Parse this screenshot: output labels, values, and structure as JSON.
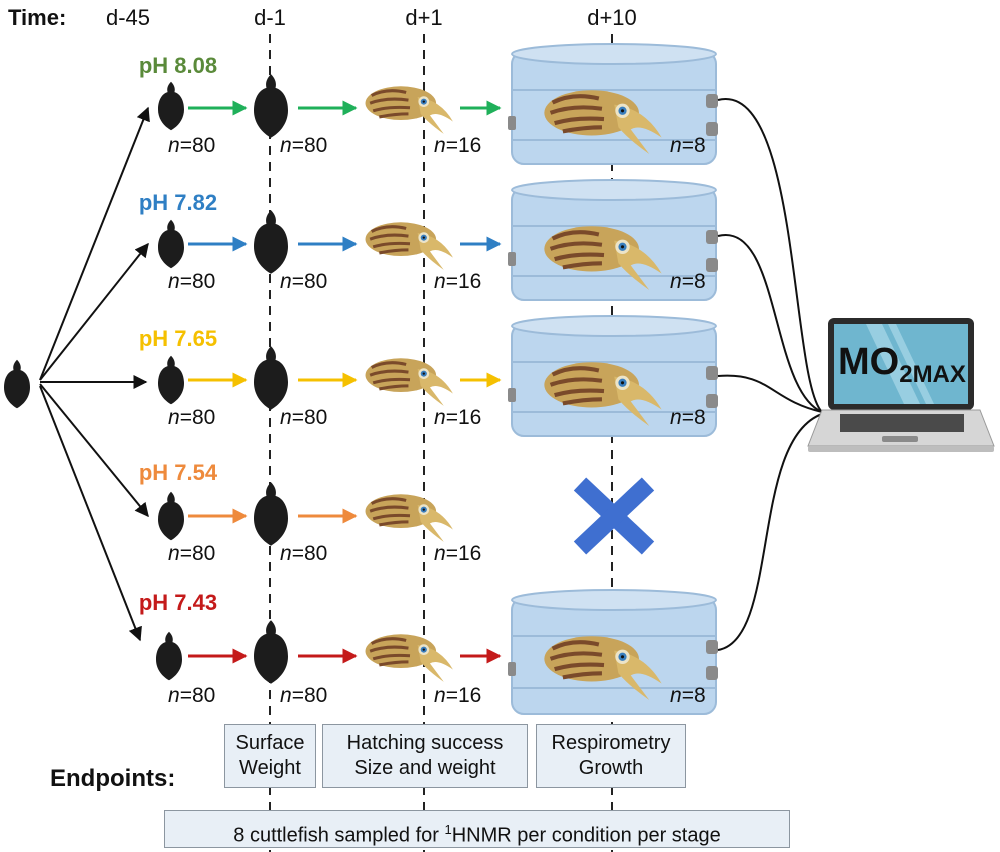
{
  "header": {
    "time_label": "Time:",
    "timepoints": [
      "d-45",
      "d-1",
      "d+1",
      "d+10"
    ]
  },
  "conditions": [
    {
      "label": "pH 8.08",
      "color": "#5a8a3a",
      "arrow_color": "#1fb05a",
      "n_egg": "=80",
      "n_late_egg": "=80",
      "n_hatchling": "=16",
      "n_chamber": "=8",
      "respirometry": true
    },
    {
      "label": "pH 7.82",
      "color": "#2f7fc4",
      "arrow_color": "#2f7fc4",
      "n_egg": "=80",
      "n_late_egg": "=80",
      "n_hatchling": "=16",
      "n_chamber": "=8",
      "respirometry": true
    },
    {
      "label": "pH 7.65",
      "color": "#f5c000",
      "arrow_color": "#f5c000",
      "n_egg": "=80",
      "n_late_egg": "=80",
      "n_hatchling": "=16",
      "n_chamber": "=8",
      "respirometry": true
    },
    {
      "label": "pH 7.54",
      "color": "#ee8a3c",
      "arrow_color": "#ee8a3c",
      "n_egg": "=80",
      "n_late_egg": "=80",
      "n_hatchling": "=16",
      "n_chamber": "",
      "respirometry": false
    },
    {
      "label": "pH 7.43",
      "color": "#c41a1a",
      "arrow_color": "#c41a1a",
      "n_egg": "=80",
      "n_late_egg": "=80",
      "n_hatchling": "=16",
      "n_chamber": "=8",
      "respirometry": true
    }
  ],
  "n_symbol": "n",
  "laptop": {
    "screen_text_main": "MO",
    "screen_text_sub": "2MAX"
  },
  "endpoints": {
    "label": "Endpoints:",
    "stage1": [
      "Surface",
      "Weight"
    ],
    "stage2": [
      "Hatching success",
      "Size and weight"
    ],
    "stage3": [
      "Respirometry",
      "Growth"
    ],
    "sampling_prefix": "8 cuttlefish sampled for ",
    "sampling_superscript": "1",
    "sampling_suffix": "HNMR per condition per stage"
  },
  "colors": {
    "egg": "#1c1c1c",
    "tank": "#bcd6ee",
    "tank_edge": "#9cbbd9",
    "cross": "#3f6fd0",
    "cuttlefish_body": "#c8a45a",
    "cuttlefish_stripes": "#7a4a2a"
  }
}
